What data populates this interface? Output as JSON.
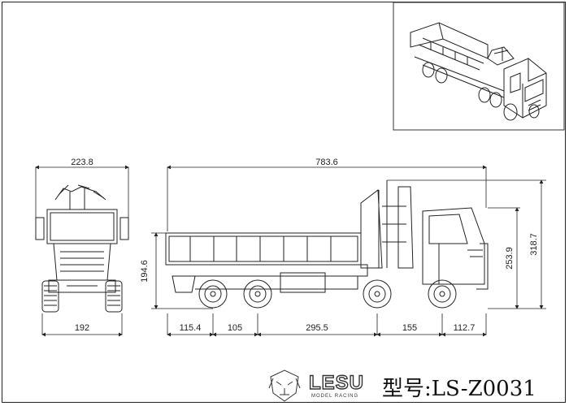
{
  "dimensions": {
    "front_width": "223.8",
    "front_track": "192",
    "overall_length": "783.6",
    "body_height": "194.6",
    "cab_height": "253.9",
    "total_height": "318.7",
    "rear_overhang": "115.4",
    "rear_axle_spacing": "105",
    "wheelbase": "295.5",
    "front_axle_spacing": "155",
    "front_overhang": "112.7"
  },
  "brand": {
    "name": "LESU",
    "subtitle": "MODEL RACING",
    "logo_icon": "lion-head-icon"
  },
  "model_label": "型号:LS-Z0031"
}
